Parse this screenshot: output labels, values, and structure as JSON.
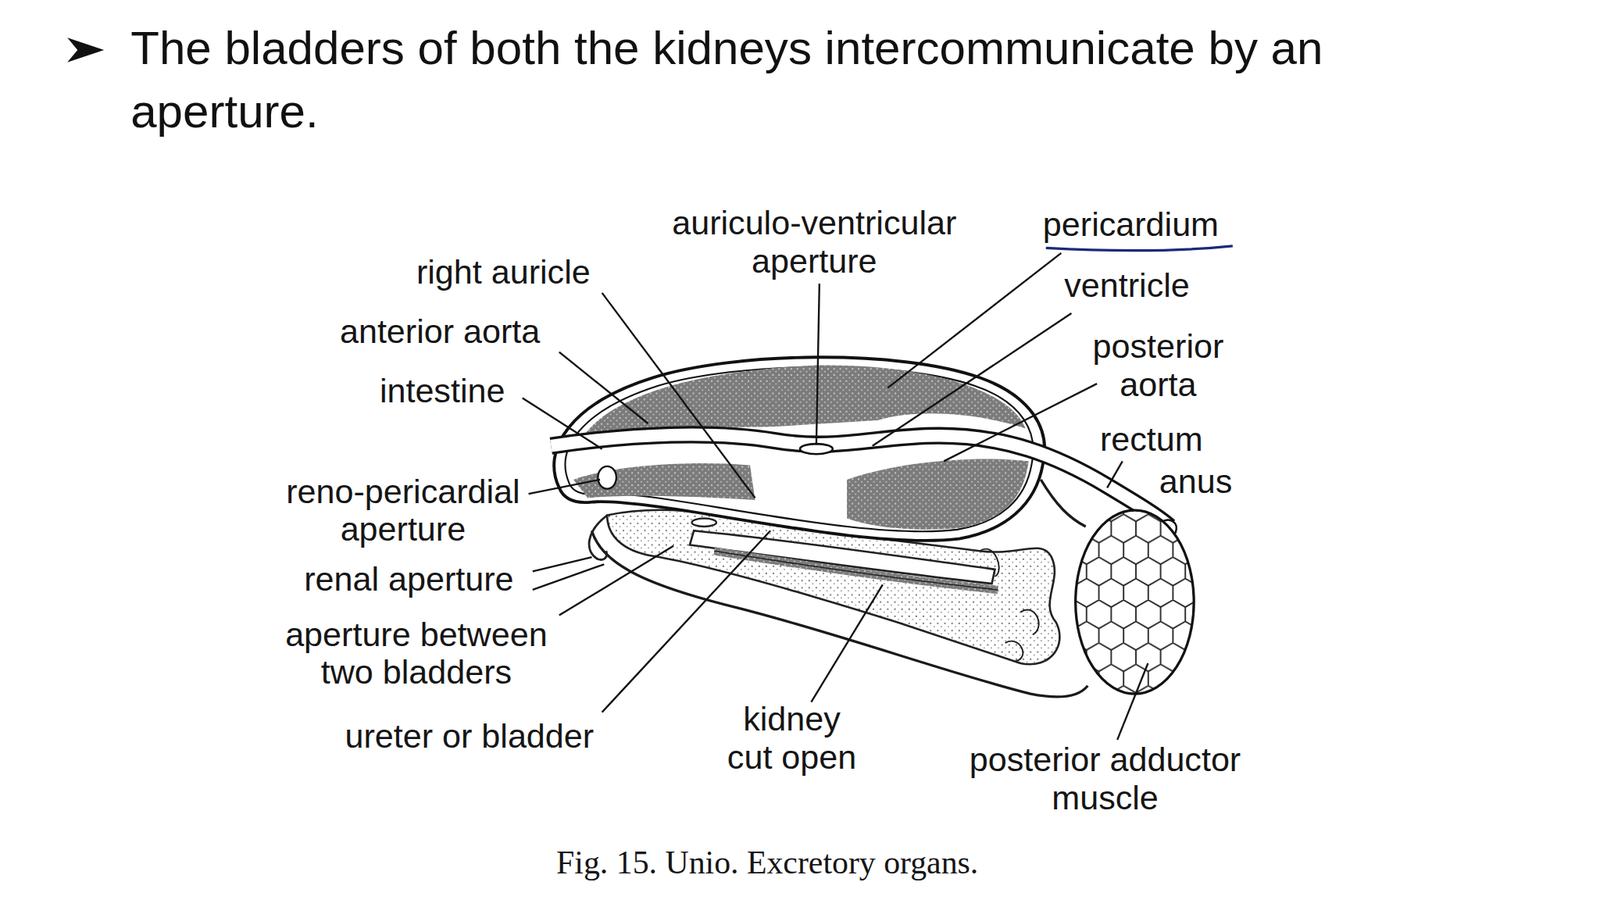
{
  "diagram": {
    "title": "The bladders of both the kidneys intercommunicate by an aperture.",
    "caption": "Fig. 15. Unio. Excretory organs.",
    "labels": [
      "auriculo-ventricular aperture",
      "pericardium",
      "right auricle",
      "ventricle",
      "anterior aorta",
      "posterior aorta",
      "intestine",
      "rectum",
      "anus",
      "reno-pericardial aperture",
      "renal aperture",
      "aperture between two bladders",
      "kidney cut open",
      "ureter or bladder",
      "posterior adductor muscle"
    ]
  }
}
